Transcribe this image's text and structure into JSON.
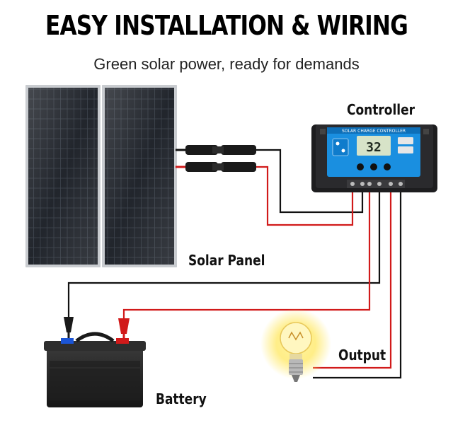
{
  "header": {
    "title": "EASY INSTALLATION & WIRING",
    "subtitle": "Green solar power, ready for demands"
  },
  "labels": {
    "controller": "Controller",
    "solar_panel": "Solar Panel",
    "output": "Output",
    "battery": "Battery"
  },
  "controller_device": {
    "brand_strip": "SOLAR CHARGE CONTROLLER",
    "display_value": "32"
  },
  "colors": {
    "positive_wire": "#d11a1a",
    "negative_wire": "#111111",
    "controller_face": "#1a8fe0",
    "panel_cell": "#1c2026"
  }
}
